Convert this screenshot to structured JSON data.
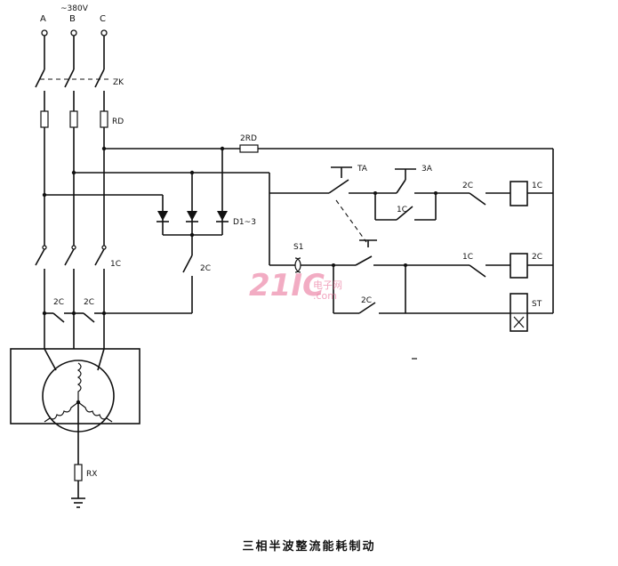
{
  "labels": {
    "phase_a": "A",
    "phase_b": "B",
    "phase_c": "C",
    "supply_voltage": "~380V",
    "breaker": "ZK",
    "fuses": "RD",
    "fuse_2": "2RD",
    "stop_button": "TA",
    "start_button": "3A",
    "contact_1c_hold": "1C",
    "contact_2c_top": "2C",
    "coil_1c": "1C",
    "selector_switch": "S1",
    "contact_1c_lower": "1C",
    "coil_2c": "2C",
    "contact_2c_lower": "2C",
    "time_relay": "ST",
    "rectifier_diodes": "D1~3",
    "dc_contact_2c": "2C",
    "main_contactor_1c": "1C",
    "motor_contact_2c_left": "2C",
    "motor_contact_2c_right": "2C",
    "resistor": "RX"
  },
  "watermark": {
    "logo": "21IC",
    "suffix": ".com",
    "site_cn": "电子网"
  },
  "caption": "三相半波整流能耗制动"
}
